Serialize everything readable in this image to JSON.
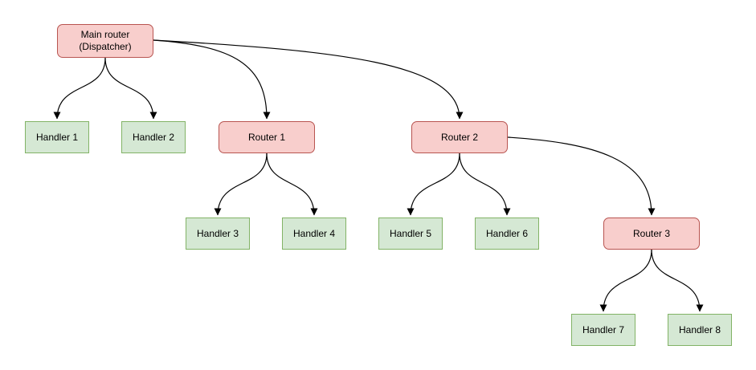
{
  "diagram": {
    "colors": {
      "router_fill": "#f8cecc",
      "router_border": "#b85450",
      "handler_fill": "#d5e8d4",
      "handler_border": "#82b366",
      "edge": "#000000"
    },
    "nodes": [
      {
        "id": "main-router",
        "type": "router",
        "label": "Main router\n(Dispatcher)"
      },
      {
        "id": "handler-1",
        "type": "handler",
        "label": "Handler 1"
      },
      {
        "id": "handler-2",
        "type": "handler",
        "label": "Handler 2"
      },
      {
        "id": "router-1",
        "type": "router",
        "label": "Router 1"
      },
      {
        "id": "router-2",
        "type": "router",
        "label": "Router 2"
      },
      {
        "id": "handler-3",
        "type": "handler",
        "label": "Handler 3"
      },
      {
        "id": "handler-4",
        "type": "handler",
        "label": "Handler 4"
      },
      {
        "id": "handler-5",
        "type": "handler",
        "label": "Handler 5"
      },
      {
        "id": "handler-6",
        "type": "handler",
        "label": "Handler 6"
      },
      {
        "id": "router-3",
        "type": "router",
        "label": "Router 3"
      },
      {
        "id": "handler-7",
        "type": "handler",
        "label": "Handler 7"
      },
      {
        "id": "handler-8",
        "type": "handler",
        "label": "Handler 8"
      }
    ],
    "edges": [
      {
        "from": "main-router",
        "to": "handler-1"
      },
      {
        "from": "main-router",
        "to": "handler-2"
      },
      {
        "from": "main-router",
        "to": "router-1"
      },
      {
        "from": "main-router",
        "to": "router-2"
      },
      {
        "from": "router-1",
        "to": "handler-3"
      },
      {
        "from": "router-1",
        "to": "handler-4"
      },
      {
        "from": "router-2",
        "to": "handler-5"
      },
      {
        "from": "router-2",
        "to": "handler-6"
      },
      {
        "from": "router-2",
        "to": "router-3"
      },
      {
        "from": "router-3",
        "to": "handler-7"
      },
      {
        "from": "router-3",
        "to": "handler-8"
      }
    ]
  }
}
